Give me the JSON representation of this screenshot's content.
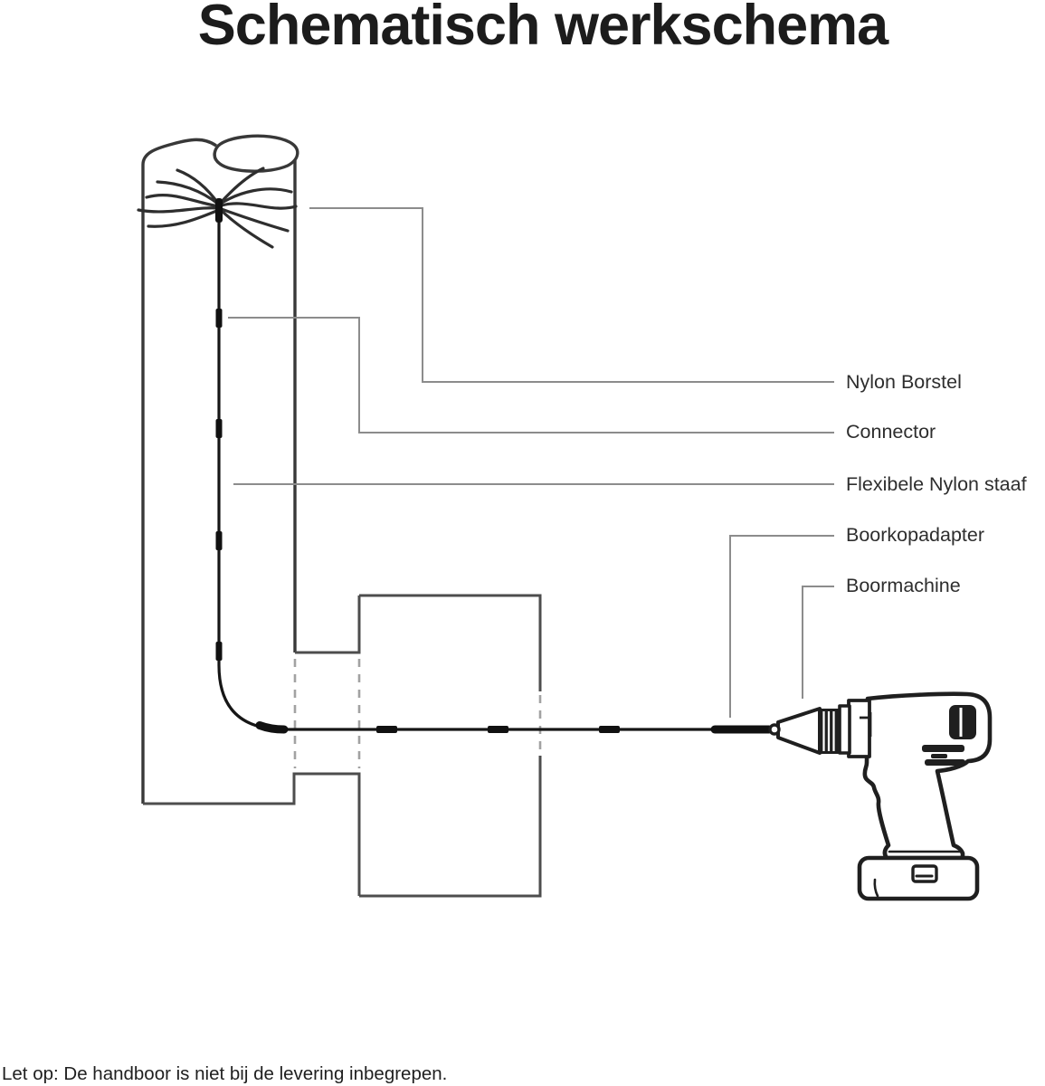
{
  "title": "Schematisch werkschema",
  "callouts": [
    {
      "label": "Nylon Borstel"
    },
    {
      "label": "Connector"
    },
    {
      "label": "Flexibele Nylon staaf"
    },
    {
      "label": "Boorkopadapter"
    },
    {
      "label": "Boormachine"
    }
  ],
  "note": "Let op: De handboor is niet bij de levering inbegrepen.",
  "colors": {
    "background": "#ffffff",
    "ink": "#1c1c1c",
    "wall_gray": "#4d4d4d",
    "leader_gray": "#8c8c8c",
    "dashed_gray": "#a2a2a2"
  }
}
